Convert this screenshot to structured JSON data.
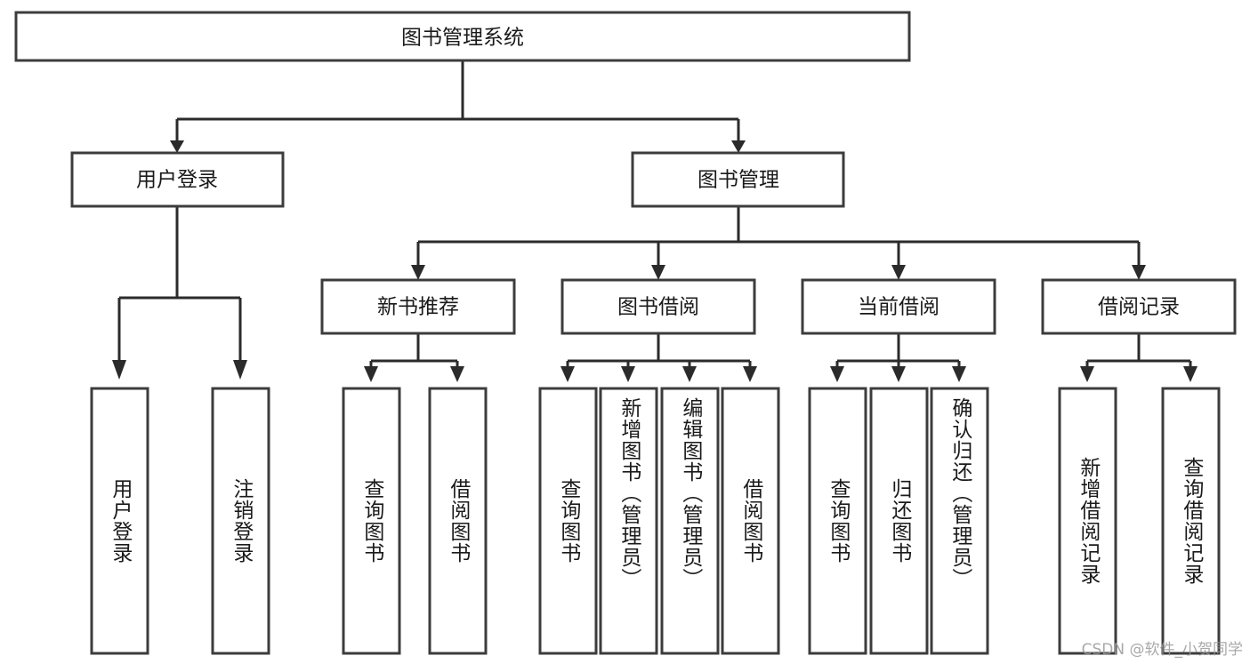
{
  "diagram": {
    "title": "图书管理系统",
    "type": "tree-hierarchy",
    "orientation": "top-down",
    "colors": {
      "box_fill": "#ffffff",
      "box_stroke": "#3c3c3c",
      "connector": "#2b2b2b",
      "text": "#1a1a1a",
      "background": "#ffffff",
      "watermark": "#9a9a9a"
    },
    "root": {
      "label": "图书管理系统"
    },
    "level2": [
      {
        "label": "用户登录"
      },
      {
        "label": "图书管理"
      }
    ],
    "level3": [
      {
        "label": "新书推荐"
      },
      {
        "label": "图书借阅"
      },
      {
        "label": "当前借阅"
      },
      {
        "label": "借阅记录"
      }
    ],
    "leaves": {
      "user_login": [
        {
          "label": "用户登录"
        },
        {
          "label": "注销登录"
        }
      ],
      "new_book_recommend": [
        {
          "label": "查询图书"
        },
        {
          "label": "借阅图书"
        }
      ],
      "book_borrow": [
        {
          "label": "查询图书"
        },
        {
          "label": "新增图书（管理员）"
        },
        {
          "label": "编辑图书（管理员）"
        },
        {
          "label": "借阅图书"
        }
      ],
      "current_borrow": [
        {
          "label": "查询图书"
        },
        {
          "label": "归还图书"
        },
        {
          "label": "确认归还（管理员）"
        }
      ],
      "borrow_record": [
        {
          "label": "新增借阅记录"
        },
        {
          "label": "查询借阅记录"
        }
      ]
    }
  },
  "watermark": {
    "text": "CSDN @软件_小贺同学"
  }
}
